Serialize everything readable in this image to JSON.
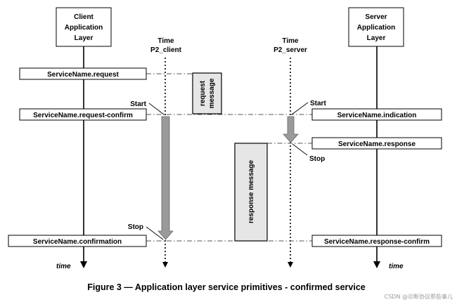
{
  "client_layer": {
    "line1": "Client",
    "line2": "Application",
    "line3": "Layer"
  },
  "server_layer": {
    "line1": "Server",
    "line2": "Application",
    "line3": "Layer"
  },
  "time_client": {
    "line1": "Time",
    "line2": "P2_client"
  },
  "time_server": {
    "line1": "Time",
    "line2": "P2_server"
  },
  "primitives": {
    "request": "ServiceName.request",
    "request_confirm": "ServiceName.request-confirm",
    "indication": "ServiceName.indication",
    "response": "ServiceName.response",
    "confirmation": "ServiceName.confirmation",
    "response_confirm": "ServiceName.response-confirm"
  },
  "messages": {
    "request_line1": "request",
    "request_line2": "message",
    "response": "response message"
  },
  "markers": {
    "client_start": "Start",
    "client_stop": "Stop",
    "server_start": "Start",
    "server_stop": "Stop"
  },
  "axis": {
    "client_time": "time",
    "server_time": "time"
  },
  "caption": "Figure 3 — Application layer service primitives - confirmed service",
  "watermark": "CSDN @诊断协议那些事儿"
}
